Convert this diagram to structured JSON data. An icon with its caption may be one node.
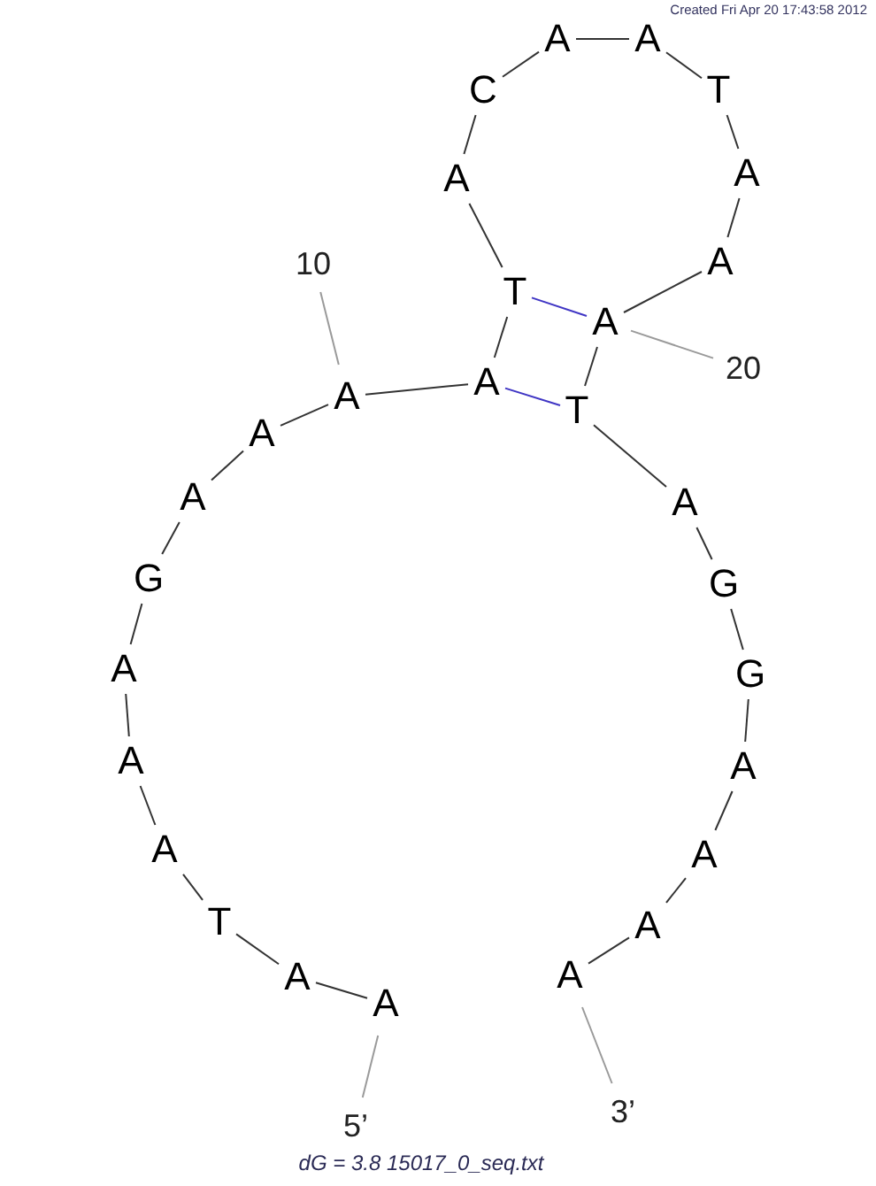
{
  "diagram": {
    "caption": "dG = 3.8 15017_0_seq.txt",
    "nodes": [
      {
        "text": [
          "A"
        ]
      },
      {
        "text": [
          "A"
        ]
      },
      {
        "text": [
          "T"
        ]
      },
      {
        "text": [
          "A"
        ]
      },
      {
        "text": [
          "A"
        ]
      },
      {
        "text": [
          "A"
        ]
      },
      {
        "text": [
          "G"
        ]
      },
      {
        "text": [
          "A"
        ]
      },
      {
        "text": [
          "A"
        ]
      },
      {
        "text": [
          "A"
        ]
      },
      {
        "text": [
          "A"
        ]
      },
      {
        "text": [
          "T"
        ]
      },
      {
        "text": [
          "A"
        ]
      },
      {
        "text": [
          "C"
        ]
      },
      {
        "text": [
          "A"
        ]
      },
      {
        "text": [
          "A"
        ]
      },
      {
        "text": [
          "T"
        ]
      },
      {
        "text": [
          "A"
        ]
      },
      {
        "text": [
          "A"
        ]
      },
      {
        "text": [
          "A"
        ]
      },
      {
        "text": [
          "T"
        ]
      },
      {
        "text": [
          "A"
        ]
      },
      {
        "text": [
          "G"
        ]
      },
      {
        "text": [
          "G"
        ]
      },
      {
        "text": [
          "A"
        ]
      },
      {
        "text": [
          "A"
        ]
      },
      {
        "text": [
          "A"
        ]
      },
      {
        "text": [
          "A"
        ]
      },
      {
        "text": [
          "10"
        ]
      },
      {
        "text": [
          "20"
        ]
      },
      {
        "text": [
          "5’"
        ]
      },
      {
        "text": [
          "3’"
        ]
      }
    ],
    "edges": [
      {
        "from": 0,
        "to": 1,
        "arrow": "none"
      },
      {
        "from": 1,
        "to": 2,
        "arrow": "none"
      },
      {
        "from": 2,
        "to": 3,
        "arrow": "none"
      },
      {
        "from": 3,
        "to": 4,
        "arrow": "none"
      },
      {
        "from": 4,
        "to": 5,
        "arrow": "none"
      },
      {
        "from": 5,
        "to": 6,
        "arrow": "none"
      },
      {
        "from": 6,
        "to": 7,
        "arrow": "none"
      },
      {
        "from": 7,
        "to": 8,
        "arrow": "none"
      },
      {
        "from": 8,
        "to": 9,
        "arrow": "none"
      },
      {
        "from": 9,
        "to": 10,
        "arrow": "none"
      },
      {
        "from": 10,
        "to": 11,
        "arrow": "none"
      },
      {
        "from": 11,
        "to": 12,
        "arrow": "none"
      },
      {
        "from": 12,
        "to": 13,
        "arrow": "none"
      },
      {
        "from": 13,
        "to": 14,
        "arrow": "none"
      },
      {
        "from": 14,
        "to": 15,
        "arrow": "none"
      },
      {
        "from": 15,
        "to": 16,
        "arrow": "none"
      },
      {
        "from": 16,
        "to": 17,
        "arrow": "none"
      },
      {
        "from": 17,
        "to": 18,
        "arrow": "none"
      },
      {
        "from": 18,
        "to": 19,
        "arrow": "none"
      },
      {
        "from": 19,
        "to": 20,
        "arrow": "none"
      },
      {
        "from": 20,
        "to": 21,
        "arrow": "none"
      },
      {
        "from": 21,
        "to": 22,
        "arrow": "none"
      },
      {
        "from": 22,
        "to": 23,
        "arrow": "none"
      },
      {
        "from": 23,
        "to": 24,
        "arrow": "none"
      },
      {
        "from": 24,
        "to": 25,
        "arrow": "none"
      },
      {
        "from": 25,
        "to": 26,
        "arrow": "none"
      },
      {
        "from": 26,
        "to": 27,
        "arrow": "none"
      },
      {
        "from": 11,
        "to": 19,
        "arrow": "none",
        "color": "#3f35c4"
      },
      {
        "from": 10,
        "to": 20,
        "arrow": "none",
        "color": "#3f35c4"
      },
      {
        "from": 28,
        "to": 9,
        "arrow": "none",
        "color": "#9a9a9a"
      },
      {
        "from": 29,
        "to": 19,
        "arrow": "none",
        "color": "#9a9a9a"
      },
      {
        "from": 30,
        "to": 0,
        "arrow": "none",
        "color": "#9a9a9a"
      },
      {
        "from": 31,
        "to": 27,
        "arrow": "none",
        "color": "#9a9a9a"
      }
    ],
    "labels": [
      "Created Fri Apr 20 17:43:58 2012"
    ]
  }
}
